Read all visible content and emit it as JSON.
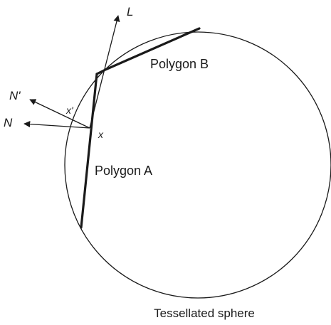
{
  "labels": {
    "light_vector": "L",
    "normal_modified": "N'",
    "normal": "N",
    "point_modified": "x'",
    "point": "x",
    "polygon_a": "Polygon A",
    "polygon_b": "Polygon B",
    "caption": "Tessellated sphere"
  },
  "colors": {
    "line": "#1a1a1a",
    "background": "#ffffff"
  }
}
